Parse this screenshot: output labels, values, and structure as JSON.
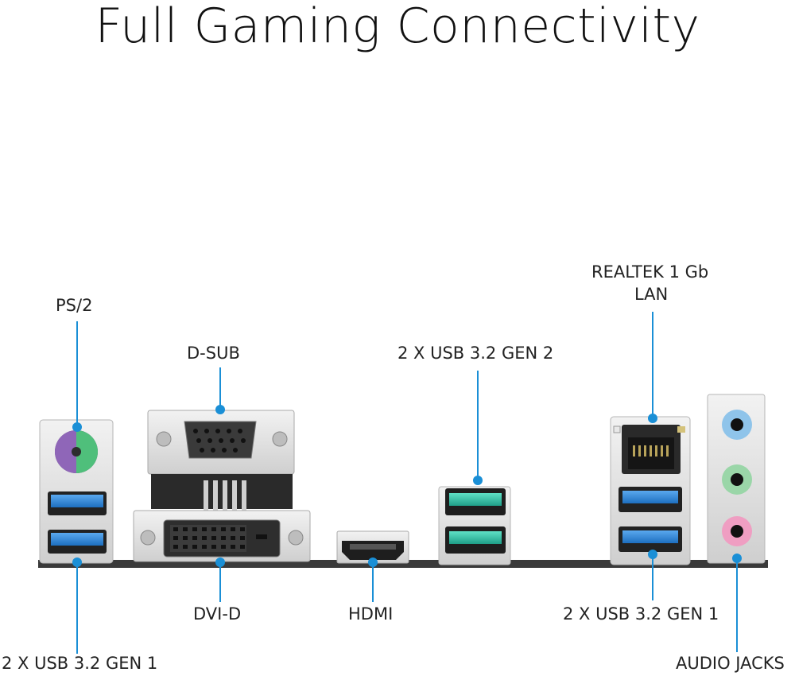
{
  "title": "Full Gaming Connectivity",
  "labels": {
    "ps2": "PS/2",
    "dsub": "D-SUB",
    "usb_gen2": "2 X USB 3.2 GEN 2",
    "lan_line1": "REALTEK 1 Gb",
    "lan_line2": "LAN",
    "usb_left": "2 X USB 3.2 GEN 1",
    "dvid": "DVI-D",
    "hdmi": "HDMI",
    "usb_right": "2 X USB 3.2 GEN 1",
    "audio": "AUDIO JACKS"
  },
  "colors": {
    "callout": "#1a8fd6",
    "usb_gen1": "#2f86d6",
    "usb_gen2": "#2cc3a8",
    "ps2_purple": "#8f66b8",
    "ps2_green": "#4fbf7b",
    "audio_blue": "#8fc4ea",
    "audio_green": "#9ad6a8",
    "audio_pink": "#ef9ec2"
  }
}
